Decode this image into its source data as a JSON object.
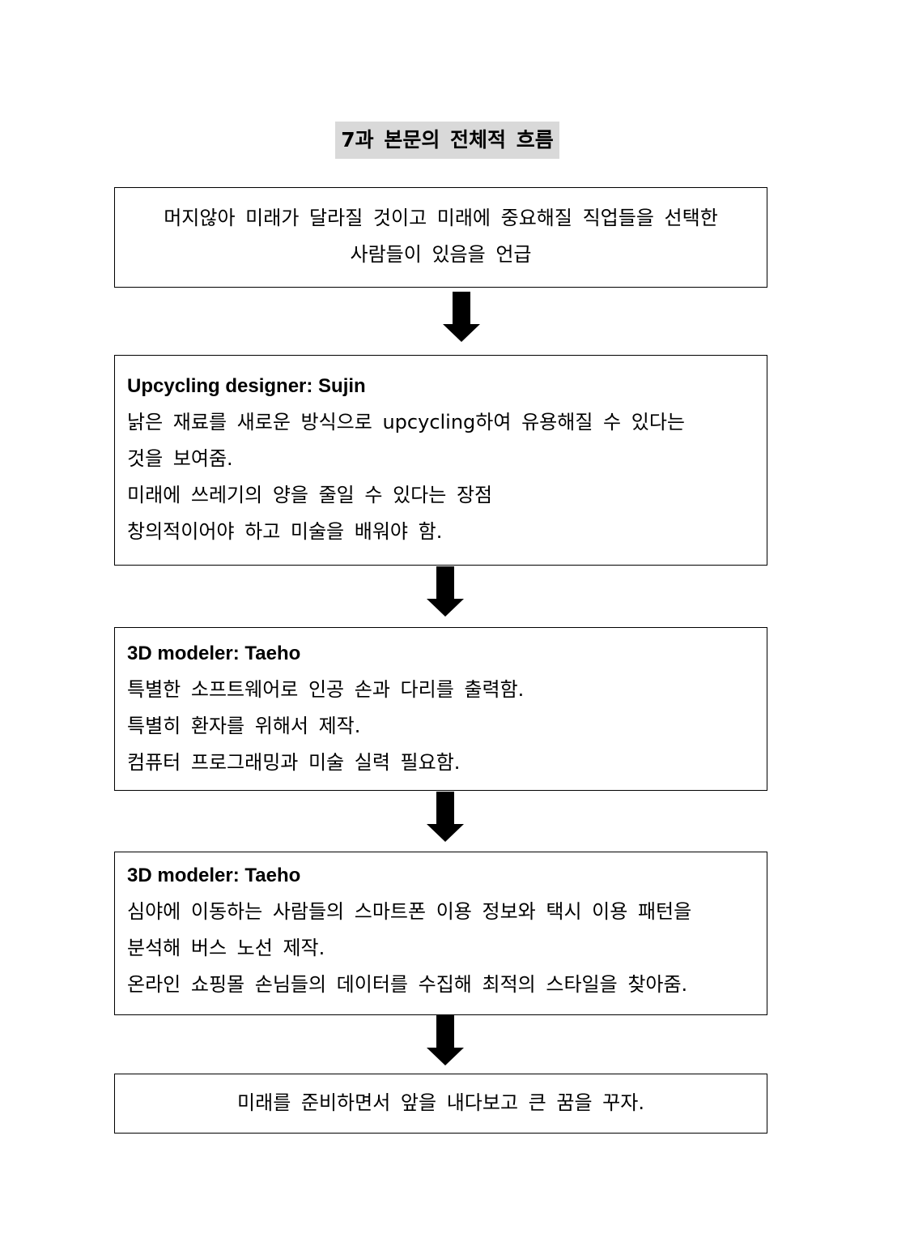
{
  "title": "7과 본문의 전체적 흐름",
  "box1": {
    "lines": [
      "머지않아 미래가 달라질 것이고 미래에 중요해질 직업들을 선택한",
      "사람들이 있음을 언급"
    ]
  },
  "box2": {
    "heading": "Upcycling designer: Sujin",
    "lines": [
      "낡은 재료를 새로운 방식으로 upcycling하여 유용해질 수 있다는",
      "것을 보여줌.",
      "미래에 쓰레기의 양을 줄일 수 있다는 장점",
      "창의적이어야 하고 미술을 배워야 함."
    ]
  },
  "box3": {
    "heading": "3D modeler: Taeho",
    "lines": [
      "특별한 소프트웨어로 인공 손과 다리를 출력함.",
      "특별히 환자를 위해서 제작.",
      "컴퓨터 프로그래밍과 미술 실력 필요함."
    ]
  },
  "box4": {
    "heading": "3D modeler: Taeho",
    "lines": [
      "심야에 이동하는 사람들의 스마트폰 이용 정보와 택시 이용 패턴을",
      "분석해 버스 노선 제작.",
      "온라인 쇼핑몰 손님들의 데이터를 수집해 최적의 스타일을 찾아줌."
    ]
  },
  "box5": {
    "lines": [
      "미래를 준비하면서 앞을 내다보고 큰 꿈을 꾸자."
    ]
  }
}
